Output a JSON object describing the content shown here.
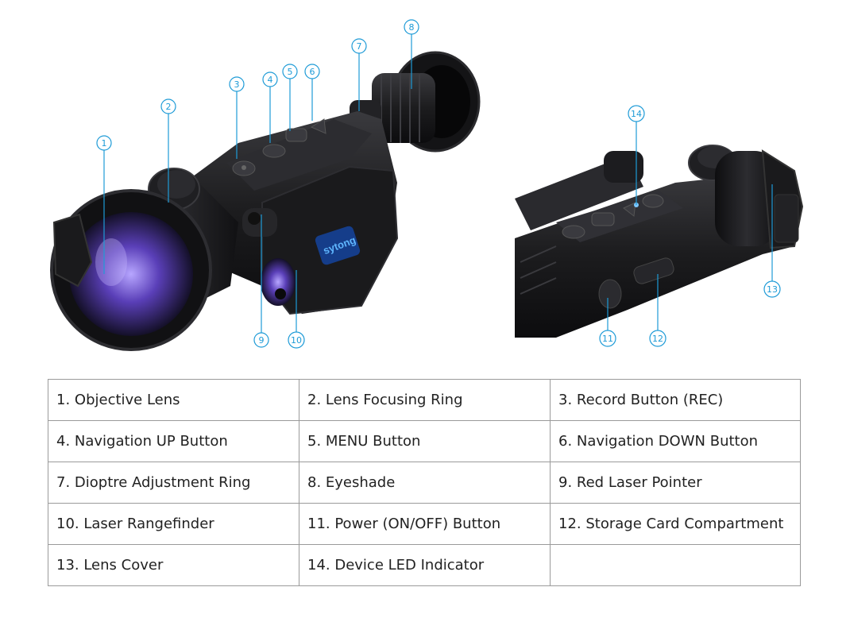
{
  "figure": {
    "brand": "sytong",
    "callouts": [
      "1",
      "2",
      "3",
      "4",
      "5",
      "6",
      "7",
      "8",
      "9",
      "10",
      "11",
      "12",
      "13",
      "14"
    ],
    "accent_color": "#1e9bd7",
    "body_color": "#1c1c1e",
    "lens_color": "#6a4fc8"
  },
  "parts_table": {
    "rows": [
      [
        "1. Objective Lens",
        "2. Lens Focusing Ring",
        "3. Record Button (REC)"
      ],
      [
        "4. Navigation UP Button",
        "5. MENU Button",
        "6. Navigation DOWN Button"
      ],
      [
        "7. Dioptre Adjustment Ring",
        "8. Eyeshade",
        "9. Red Laser Pointer"
      ],
      [
        "10. Laser Rangefinder",
        "11. Power (ON/OFF) Button",
        "12. Storage Card Compartment"
      ],
      [
        "13. Lens Cover",
        "14. Device LED Indicator",
        ""
      ]
    ]
  }
}
